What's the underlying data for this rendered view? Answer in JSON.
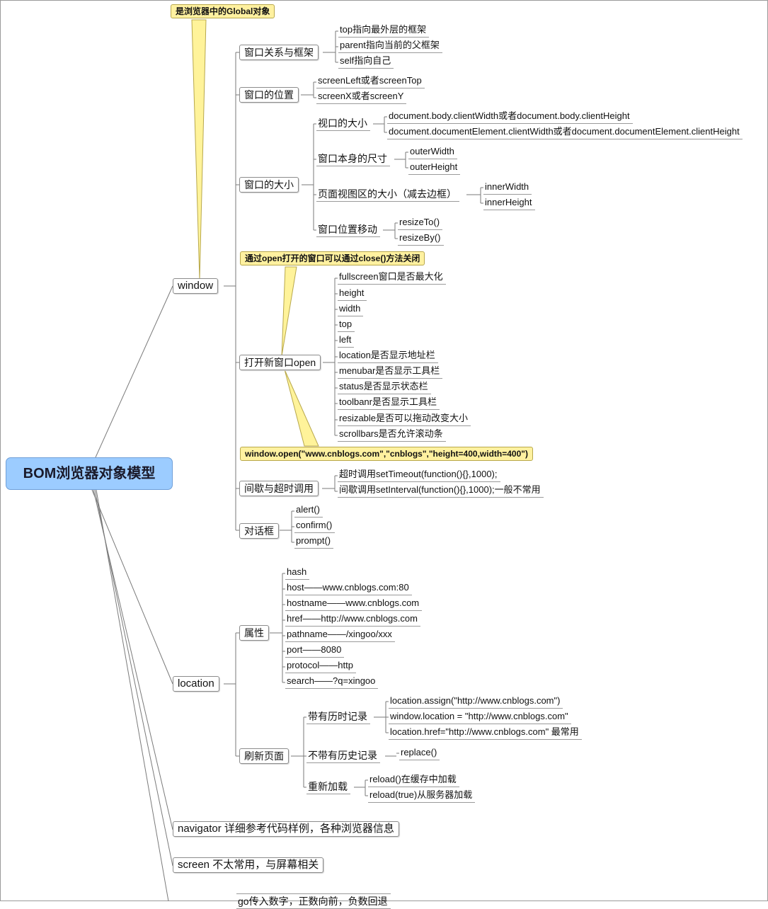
{
  "root": "BOM浏览器对象模型",
  "notes": {
    "global": "是浏览器中的Global对象",
    "close": "通过open打开的窗口可以通过close()方法关闭",
    "open_example": "window.open(\"www.cnblogs.com\",\"cnblogs\",\"height=400,width=400\")"
  },
  "window": {
    "label": "window",
    "relation": {
      "label": "窗口关系与框架",
      "items": [
        "top指向最外层的框架",
        "parent指向当前的父框架",
        "self指向自己"
      ]
    },
    "position": {
      "label": "窗口的位置",
      "items": [
        "screenLeft或者screenTop",
        "screenX或者screenY"
      ]
    },
    "size": {
      "label": "窗口的大小",
      "viewport": {
        "label": "视口的大小",
        "items": [
          "document.body.clientWidth或者document.body.clientHeight",
          "document.documentElement.clientWidth或者document.documentElement.clientHeight"
        ]
      },
      "outer": {
        "label": "窗口本身的尺寸",
        "items": [
          "outerWidth",
          "outerHeight"
        ]
      },
      "inner": {
        "label": "页面视图区的大小（减去边框）",
        "items": [
          "innerWidth",
          "innerHeight"
        ]
      },
      "move": {
        "label": "窗口位置移动",
        "items": [
          "resizeTo()",
          "resizeBy()"
        ]
      }
    },
    "open": {
      "label": "打开新窗口open",
      "items": [
        "fullscreen窗口是否最大化",
        "height",
        "width",
        "top",
        "left",
        "location是否显示地址栏",
        "menubar是否显示工具栏",
        "status是否显示状态栏",
        "toolbanr是否显示工具栏",
        "resizable是否可以拖动改变大小",
        "scrollbars是否允许滚动条"
      ]
    },
    "timers": {
      "label": "间歇与超时调用",
      "items": [
        "超时调用setTimeout(function(){},1000);",
        "间歇调用setInterval(function(){},1000);一般不常用"
      ]
    },
    "dialogs": {
      "label": "对话框",
      "items": [
        "alert()",
        "confirm()",
        "prompt()"
      ]
    }
  },
  "location": {
    "label": "location",
    "props": {
      "label": "属性",
      "items": [
        "hash",
        "host——www.cnblogs.com:80",
        "hostname——www.cnblogs.com",
        "href——http://www.cnblogs.com",
        "pathname——/xingoo/xxx",
        "port——8080",
        "protocol——http",
        "search——?q=xingoo"
      ]
    },
    "refresh": {
      "label": "刷新页面",
      "history": {
        "label": "带有历时记录",
        "items": [
          "location.assign(\"http://www.cnblogs.com\")",
          "window.location = \"http://www.cnblogs.com\"",
          "location.href=\"http://www.cnblogs.com\"  最常用"
        ]
      },
      "nohistory": {
        "label": "不带有历史记录",
        "items": [
          "replace()"
        ]
      },
      "reload": {
        "label": "重新加载",
        "items": [
          "reload()在缓存中加载",
          "reload(true)从服务器加载"
        ]
      }
    }
  },
  "navigator": "navigator 详细参考代码样例，各种浏览器信息",
  "screen": "screen 不太常用，与屏幕相关",
  "history_partial": "go传入数字，正数向前，负数回退"
}
